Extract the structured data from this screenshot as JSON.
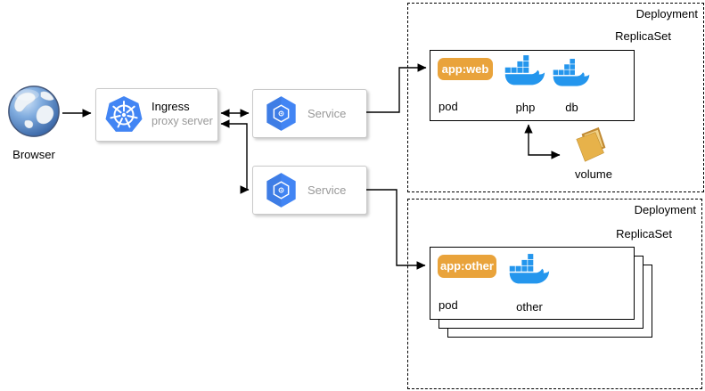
{
  "diagram": {
    "browser": {
      "label": "Browser"
    },
    "ingress": {
      "title": "Ingress",
      "subtitle": "proxy server"
    },
    "services": [
      {
        "label": "Service"
      },
      {
        "label": "Service"
      }
    ],
    "deployments": [
      {
        "label": "Deployment",
        "replicaset": "ReplicaSet",
        "pod": {
          "name": "pod",
          "badge": "app:web",
          "containers": [
            "php",
            "db"
          ]
        },
        "volume": {
          "label": "volume"
        }
      },
      {
        "label": "Deployment",
        "replicaset": "ReplicaSet",
        "pod": {
          "name": "pod",
          "badge": "app:other",
          "containers": [
            "other"
          ]
        }
      }
    ],
    "icons": [
      "globe-browser-icon",
      "kubernetes-helm-icon",
      "gke-hexagon-icon",
      "docker-whale-icon",
      "folder-volume-icon"
    ]
  },
  "colors": {
    "k8s_blue": "#4285F4",
    "docker_blue": "#2496ED",
    "badge_orange": "#E9A33B",
    "folder_front": "#E7B24A",
    "folder_back": "#C18A33",
    "folder_paper": "#F3D489",
    "muted_text": "#999999",
    "box_border": "#C9C9C9",
    "line_black": "#000000"
  }
}
